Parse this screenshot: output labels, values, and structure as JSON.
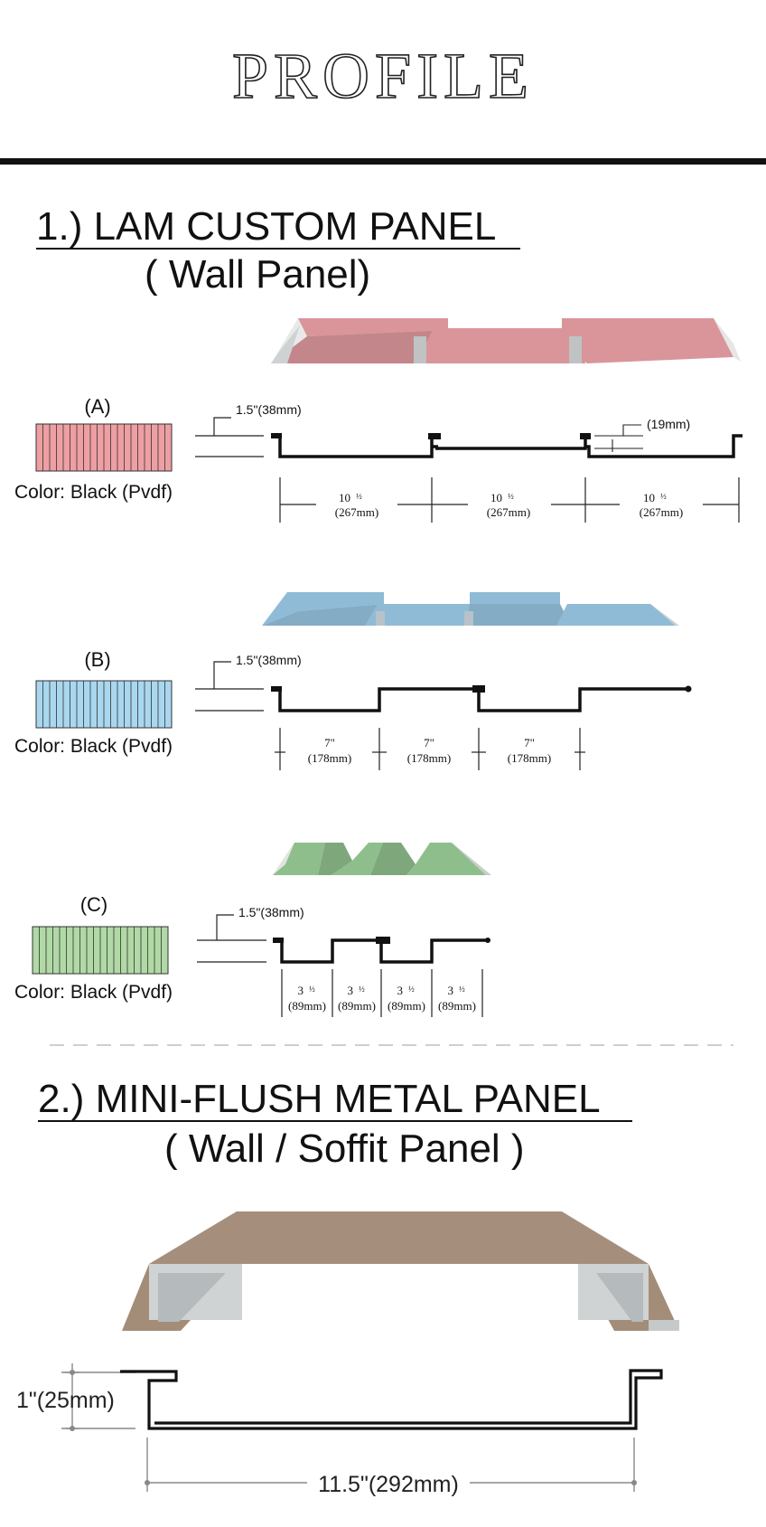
{
  "title": "PROFILE",
  "section1": {
    "heading": "1.)  LAM CUSTOM PANEL",
    "subheading": "( Wall Panel)",
    "variants": [
      {
        "label": "(A)",
        "color_text": "Color: Black (Pvdf)",
        "swatch_color": "#ee9fa3",
        "panel_color": "#d9959a",
        "height_dim": "1.5\"(38mm)",
        "rib_dim": "(19mm)",
        "spans": [
          {
            "in": "10",
            "frac": "1/2",
            "mm": "(267mm)"
          },
          {
            "in": "10",
            "frac": "1/2",
            "mm": "(267mm)"
          },
          {
            "in": "10",
            "frac": "1/2",
            "mm": "(267mm)"
          }
        ]
      },
      {
        "label": "(B)",
        "color_text": "Color: Black (Pvdf)",
        "swatch_color": "#a9d7ef",
        "panel_color": "#8fbbd6",
        "height_dim": "1.5\"(38mm)",
        "spans": [
          {
            "in": "7\"",
            "mm": "(178mm)"
          },
          {
            "in": "7\"",
            "mm": "(178mm)"
          },
          {
            "in": "7\"",
            "mm": "(178mm)"
          }
        ]
      },
      {
        "label": "(C)",
        "color_text": "Color: Black (Pvdf)",
        "swatch_color": "#b1d9a5",
        "panel_color": "#8fbe8d",
        "height_dim": "1.5\"(38mm)",
        "spans": [
          {
            "in": "3",
            "frac": "1/2",
            "mm": "(89mm)"
          },
          {
            "in": "3",
            "frac": "1/2",
            "mm": "(89mm)"
          },
          {
            "in": "3",
            "frac": "1/2",
            "mm": "(89mm)"
          },
          {
            "in": "3",
            "frac": "1/2",
            "mm": "(89mm)"
          }
        ]
      }
    ]
  },
  "section2": {
    "heading": "2.)  MINI-FLUSH METAL PANEL",
    "subheading": "( Wall / Soffit Panel )",
    "panel_color": "#a58f7c",
    "height_dim": "1\"(25mm)",
    "width_dim": "11.5\"(292mm)"
  }
}
